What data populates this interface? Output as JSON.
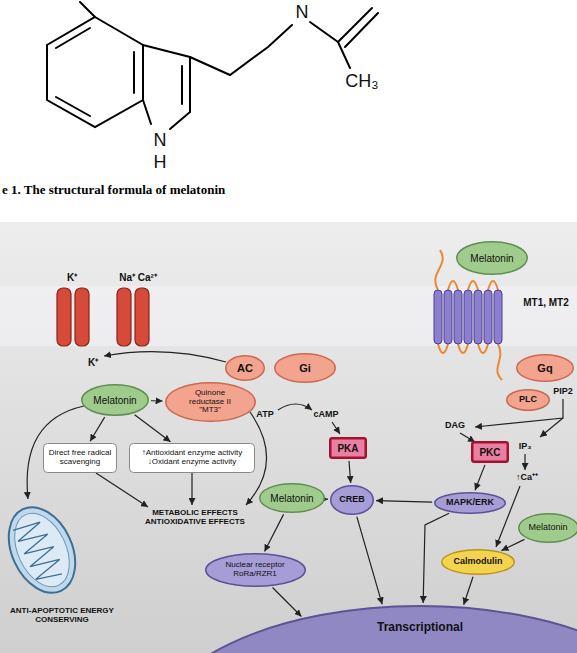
{
  "diagram": {
    "caption": "e 1. The structural formula of melatonin",
    "nodes": [
      {
        "text": [
          "Melatonin"
        ]
      },
      {
        "text": [
          "AC"
        ]
      },
      {
        "text": [
          "Gi"
        ]
      },
      {
        "text": [
          "Gq"
        ]
      },
      {
        "text": [
          "Melatonin"
        ]
      },
      {
        "text": [
          "Quinone reductase II \"MT3\""
        ]
      },
      {
        "text": [
          "PLC"
        ]
      },
      {
        "text": [
          "PKA"
        ]
      },
      {
        "text": [
          "PKC"
        ]
      },
      {
        "text": [
          "Direct free radical scavenging"
        ]
      },
      {
        "text": [
          "↑Antioxidant enzyme activity ↓Oxidant enzyme activity"
        ]
      },
      {
        "text": [
          "Melatonin"
        ]
      },
      {
        "text": [
          "CREB"
        ]
      },
      {
        "text": [
          "MAPK/ERK"
        ]
      },
      {
        "text": [
          "Melatonin"
        ]
      },
      {
        "text": [
          "Calmodulin"
        ]
      },
      {
        "text": [
          "Nuclear receptor RoRa/RZR1"
        ]
      },
      {
        "text": [
          "Transcriptional"
        ]
      }
    ],
    "edges": [
      {
        "from": 4,
        "to": 5,
        "arrow": "to"
      },
      {
        "from": 4,
        "to": 9,
        "arrow": "to"
      },
      {
        "from": 4,
        "to": 10,
        "arrow": "to"
      },
      {
        "from": 7,
        "to": 12,
        "arrow": "to"
      },
      {
        "from": 8,
        "to": 13,
        "arrow": "to"
      },
      {
        "from": 13,
        "to": 12,
        "arrow": "to"
      },
      {
        "from": 11,
        "to": 12,
        "arrow": "to"
      },
      {
        "from": 11,
        "to": 16,
        "arrow": "to"
      },
      {
        "from": 14,
        "to": 15,
        "arrow": "to"
      },
      {
        "from": 16,
        "to": 17,
        "arrow": "to"
      },
      {
        "from": 12,
        "to": 17,
        "arrow": "to"
      },
      {
        "from": 13,
        "to": 17,
        "arrow": "to"
      },
      {
        "from": 15,
        "to": 17,
        "arrow": "to"
      }
    ],
    "labels": [
      "N",
      "CH₃",
      "N",
      "H",
      "K⁺",
      "Na⁺ Ca²⁺",
      "K⁺",
      "MT1, MT2",
      "ATP",
      "cAMP",
      "PIP2",
      "DAG",
      "IP₃",
      "↑Ca⁺⁺",
      "METABOLIC EFFECTS ANTIOXIDATIVE EFFECTS",
      "ANTI-APOPTOTIC ENERGY CONSERVING"
    ]
  }
}
